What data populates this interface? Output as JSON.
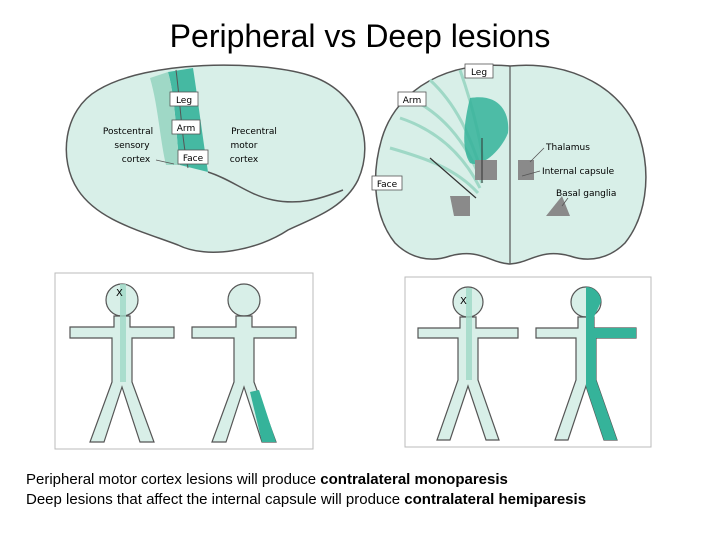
{
  "slide": {
    "title": "Peripheral vs Deep lesions"
  },
  "lateral_brain": {
    "leg_label": "Leg",
    "arm_label": "Arm",
    "face_label": "Face",
    "postcentral_label": [
      "Postcentral",
      "sensory",
      "cortex"
    ],
    "precentral_label": [
      "Precentral",
      "motor",
      "cortex"
    ]
  },
  "coronal_brain": {
    "leg_label": "Leg",
    "arm_label": "Arm",
    "face_label": "Face",
    "thalamus_label": "Thalamus",
    "internal_capsule_label": "Internal capsule",
    "basal_ganglia_label": "Basal ganglia"
  },
  "left_bodies": {
    "lesion_marker": "X"
  },
  "right_bodies": {
    "lesion_marker": "X"
  },
  "caption": {
    "line1_prefix": "Peripheral motor cortex lesions will produce ",
    "line1_bold": "contralateral monoparesis",
    "line2_prefix": "Deep lesions that affect the internal capsule will produce ",
    "line2_bold": "contralateral hemiparesis"
  },
  "colors": {
    "light_fill": "#d8efe8",
    "mid_fill": "#9fd8c6",
    "accent": "#35b39a",
    "stroke": "#4a4a4a",
    "grey_structure": "#8a8a8a"
  }
}
